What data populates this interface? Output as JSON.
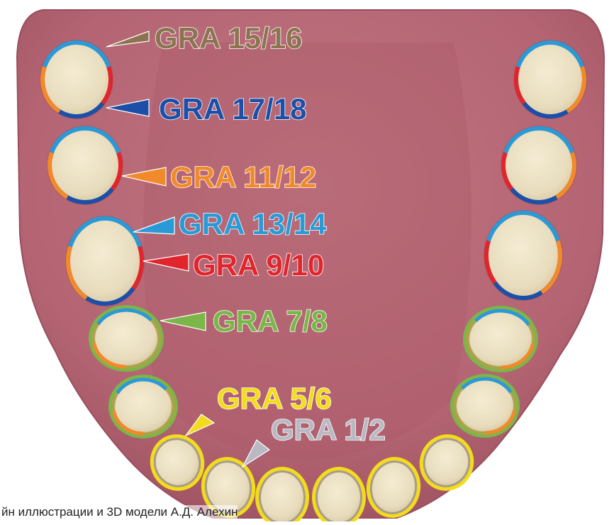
{
  "colors": {
    "background": "#ffffff",
    "gum": "#b86874",
    "gum_dark": "#9d5260",
    "tooth": "#ede3c6"
  },
  "labels": [
    {
      "id": "gra-15-16",
      "text": "GRA 15/16",
      "color": "#8d7352"
    },
    {
      "id": "gra-17-18",
      "text": "GRA 17/18",
      "color": "#1c4fa8"
    },
    {
      "id": "gra-11-12",
      "text": "GRA 11/12",
      "color": "#f08a2a"
    },
    {
      "id": "gra-13-14",
      "text": "GRA 13/14",
      "color": "#2a9ad6"
    },
    {
      "id": "gra-9-10",
      "text": "GRA 9/10",
      "color": "#e0252c"
    },
    {
      "id": "gra-7-8",
      "text": "GRA 7/8",
      "color": "#7ab648"
    },
    {
      "id": "gra-5-6",
      "text": "GRA 5/6",
      "color": "#f2dc1d"
    },
    {
      "id": "gra-1-2",
      "text": "GRA 1/2",
      "color": "#b9b9c3"
    }
  ],
  "credit": "йн иллюстрации и 3D модели А.Д. Алехин"
}
